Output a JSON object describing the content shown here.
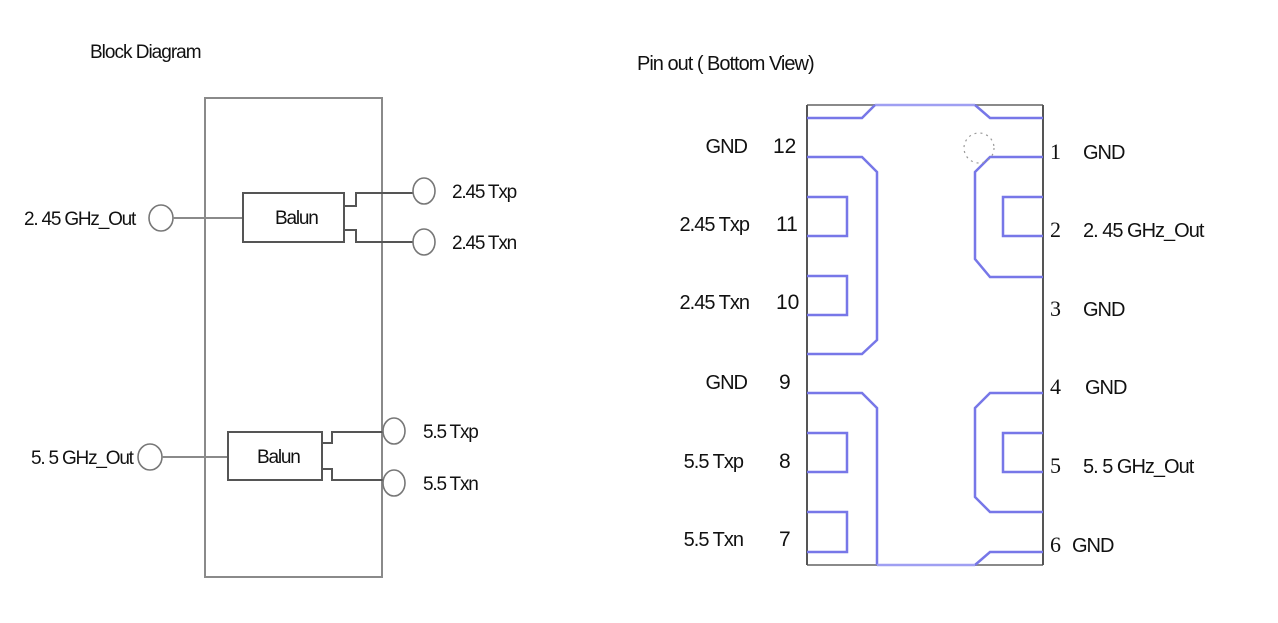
{
  "block_diagram": {
    "title": "Block Diagram",
    "channels": [
      {
        "input_label": "2. 45  GHz_Out",
        "block_label": "Balun",
        "outputs": [
          "2.45 Txp",
          "2.45 Txn"
        ]
      },
      {
        "input_label": "5. 5  GHz_Out",
        "block_label": "Balun",
        "outputs": [
          "5.5  Txp",
          "5.5  Txn"
        ]
      }
    ]
  },
  "pinout": {
    "title": "Pin out ( Bottom View)",
    "left_pins": [
      {
        "number": "12",
        "name": "GND"
      },
      {
        "number": "11",
        "name": "2.45 Txp"
      },
      {
        "number": "10",
        "name": "2.45 Txn"
      },
      {
        "number": "9",
        "name": "GND"
      },
      {
        "number": "8",
        "name": "5.5  Txp"
      },
      {
        "number": "7",
        "name": "5.5  Txn"
      }
    ],
    "right_pins": [
      {
        "number": "1",
        "name": "GND"
      },
      {
        "number": "2",
        "name": "2. 45  GHz_Out"
      },
      {
        "number": "3",
        "name": "GND"
      },
      {
        "number": "4",
        "name": "GND"
      },
      {
        "number": "5",
        "name": "5. 5  GHz_Out"
      },
      {
        "number": "6",
        "name": "GND"
      }
    ]
  }
}
